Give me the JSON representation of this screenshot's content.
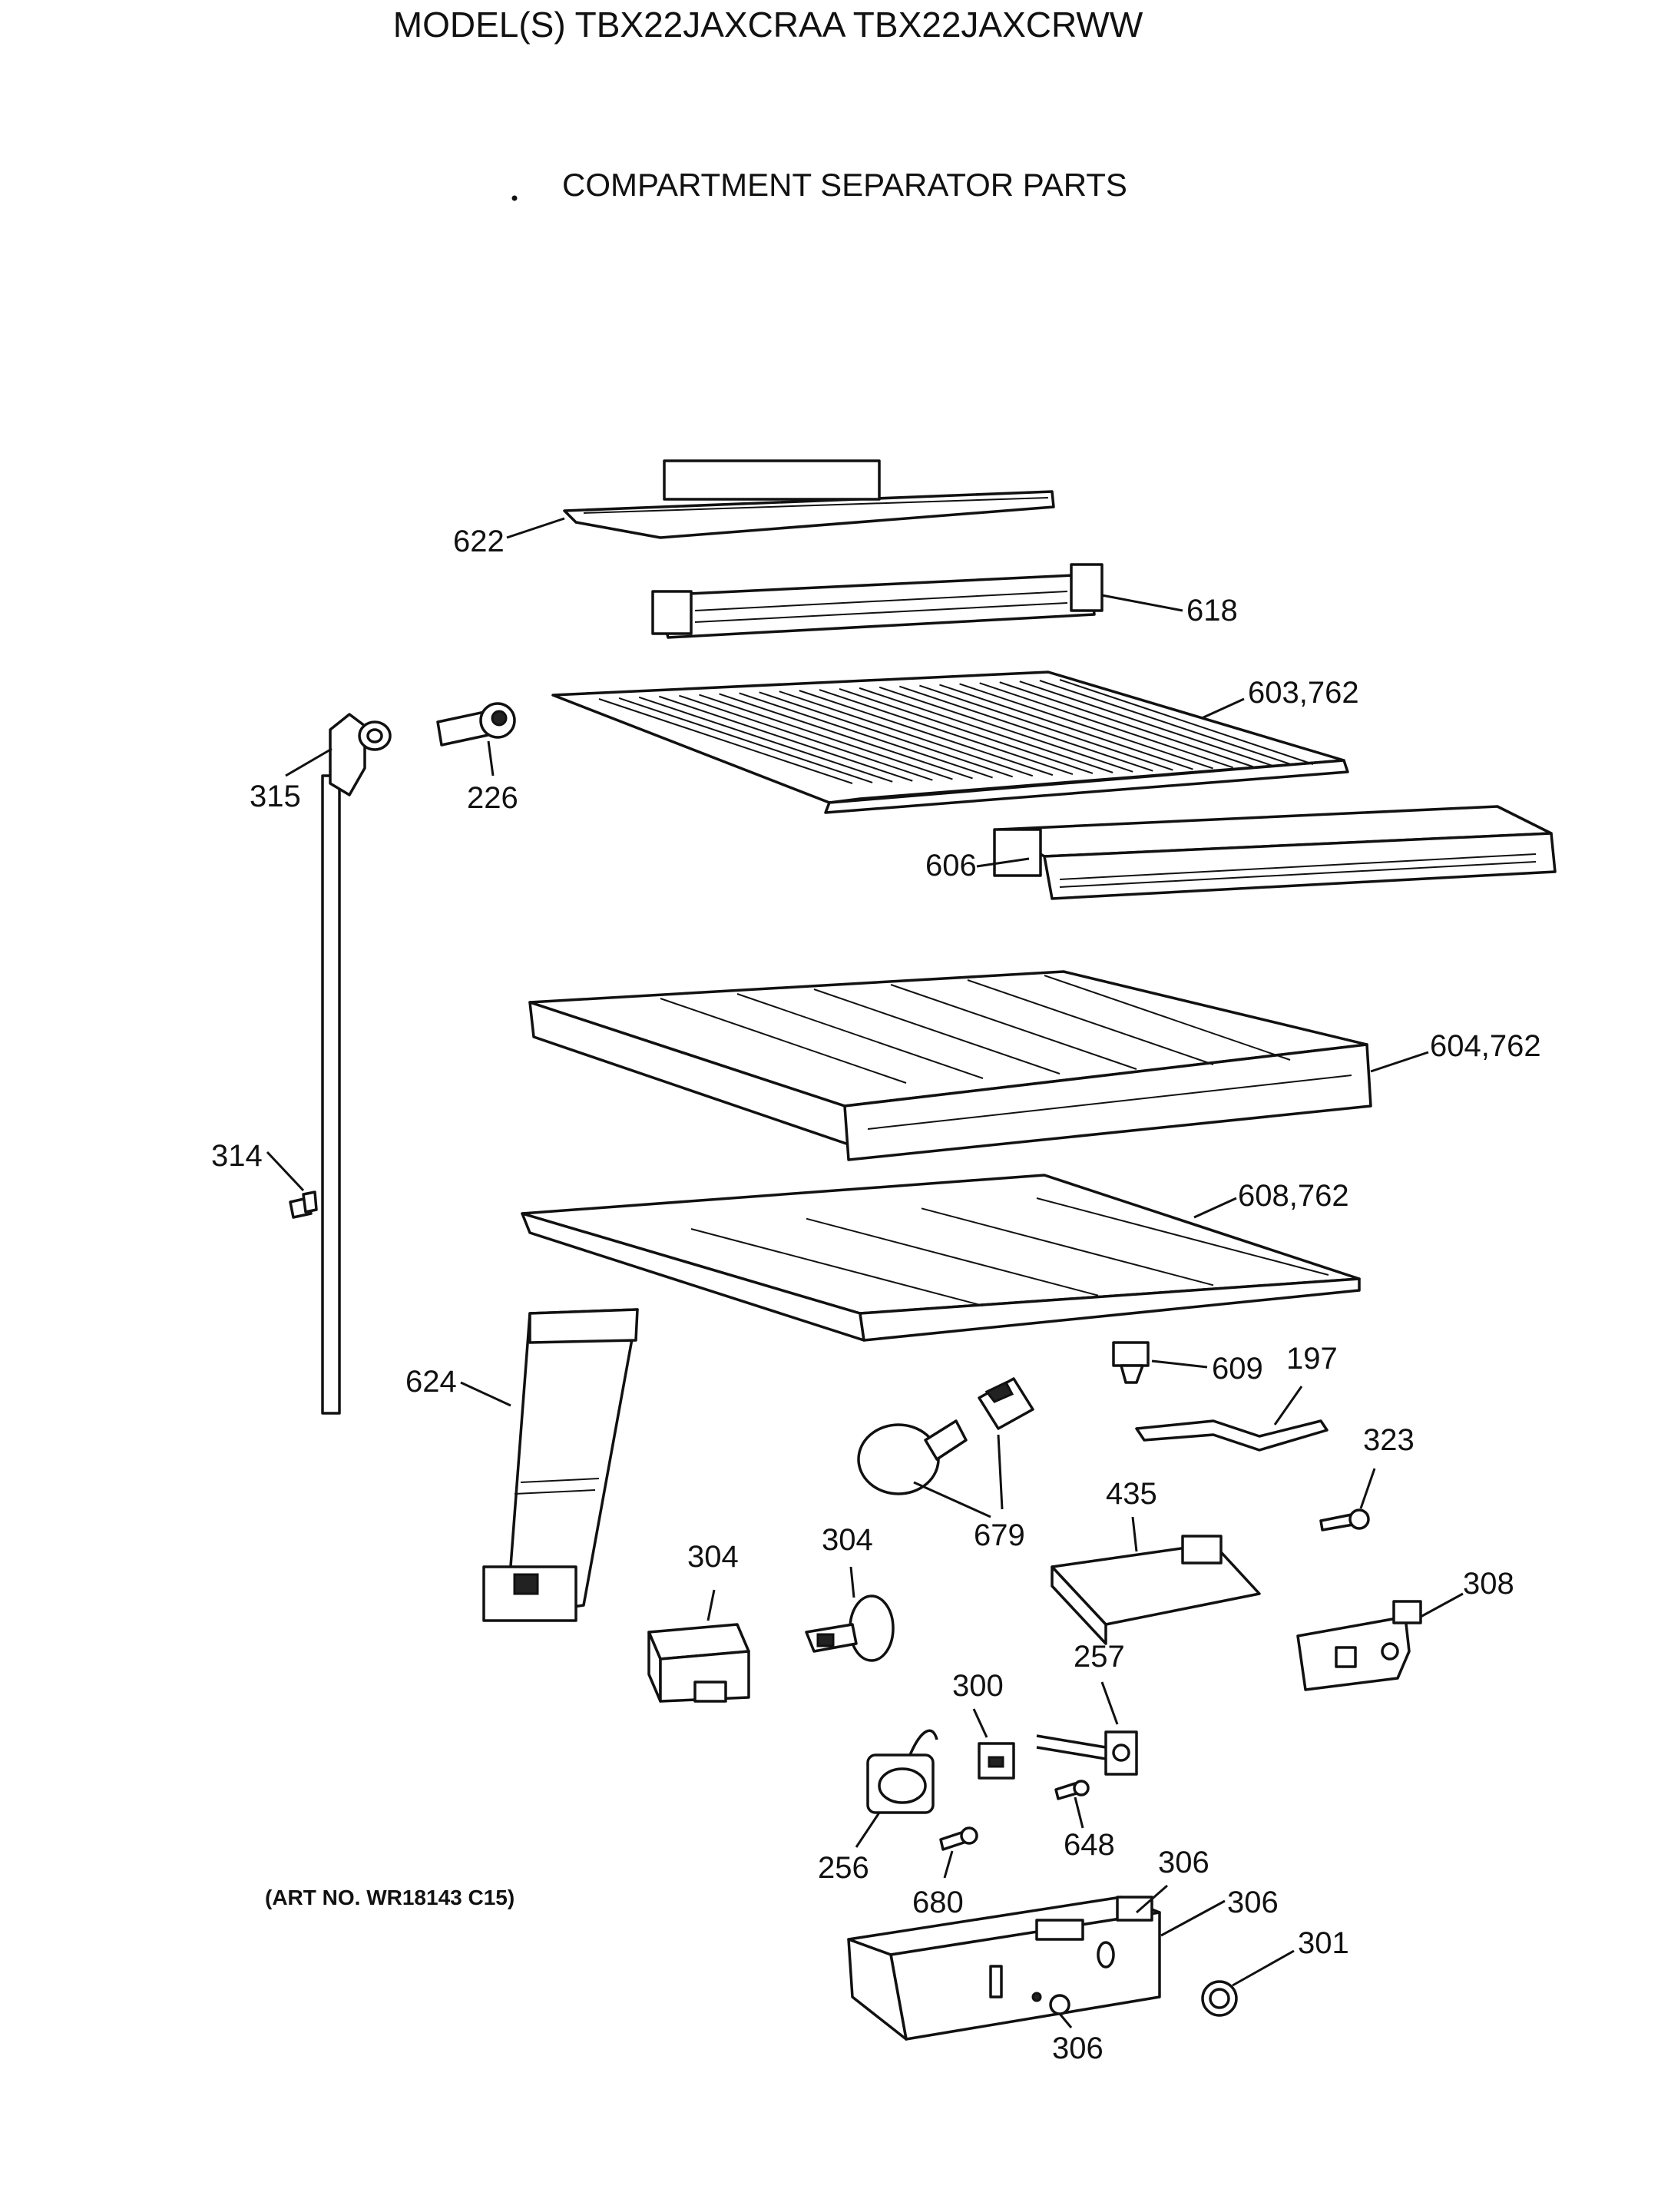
{
  "header": {
    "model_title": "MODEL(S) TBX22JAXCRAA  TBX22JAXCRWW",
    "section_title": "COMPARTMENT SEPARATOR PARTS"
  },
  "art_number": "(ART NO. WR18143 C15)",
  "callouts": [
    {
      "id": "622",
      "label": "622"
    },
    {
      "id": "618",
      "label": "618"
    },
    {
      "id": "603-762",
      "label": "603,762"
    },
    {
      "id": "315",
      "label": "315"
    },
    {
      "id": "226",
      "label": "226"
    },
    {
      "id": "606",
      "label": "606"
    },
    {
      "id": "604-762",
      "label": "604,762"
    },
    {
      "id": "314",
      "label": "314"
    },
    {
      "id": "608-762",
      "label": "608,762"
    },
    {
      "id": "609",
      "label": "609"
    },
    {
      "id": "197",
      "label": "197"
    },
    {
      "id": "624",
      "label": "624"
    },
    {
      "id": "679",
      "label": "679"
    },
    {
      "id": "323",
      "label": "323"
    },
    {
      "id": "435",
      "label": "435"
    },
    {
      "id": "304a",
      "label": "304"
    },
    {
      "id": "304b",
      "label": "304"
    },
    {
      "id": "308",
      "label": "308"
    },
    {
      "id": "256",
      "label": "256"
    },
    {
      "id": "300",
      "label": "300"
    },
    {
      "id": "257",
      "label": "257"
    },
    {
      "id": "648",
      "label": "648"
    },
    {
      "id": "680",
      "label": "680"
    },
    {
      "id": "306a",
      "label": "306"
    },
    {
      "id": "306b",
      "label": "306"
    },
    {
      "id": "306c",
      "label": "306"
    },
    {
      "id": "301",
      "label": "301"
    }
  ]
}
